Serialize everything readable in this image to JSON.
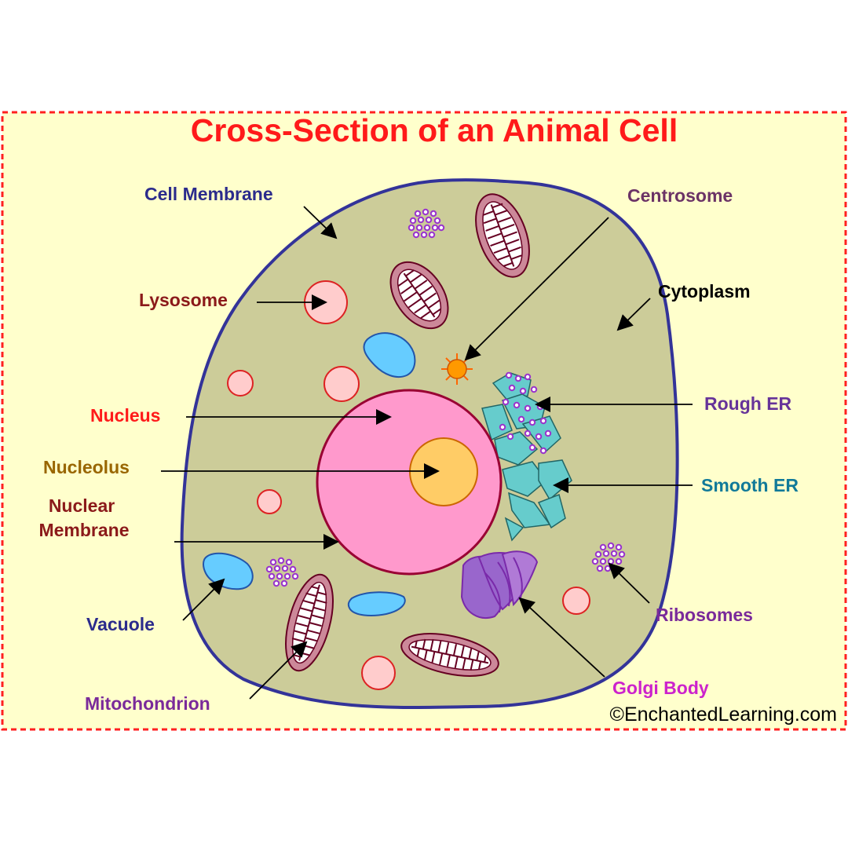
{
  "title": "Cross-Section of an Animal Cell",
  "credit": "©EnchantedLearning.com",
  "labels": {
    "cell_membrane": "Cell Membrane",
    "centrosome": "Centrosome",
    "lysosome": "Lysosome",
    "cytoplasm": "Cytoplasm",
    "nucleus": "Nucleus",
    "rough_er": "Rough ER",
    "nucleolus": "Nucleolus",
    "smooth_er": "Smooth ER",
    "nuclear_membrane_line1": "Nuclear",
    "nuclear_membrane_line2": "Membrane",
    "vacuole": "Vacuole",
    "ribosomes": "Ribosomes",
    "golgi_body": "Golgi Body",
    "mitochondrion": "Mitochondrion"
  },
  "colors": {
    "panel_background": "#ffffcc",
    "panel_border": "#ff2020",
    "title": "#ff1a1a",
    "cytoplasm": "#cccc99",
    "cell_membrane": "#333399",
    "nucleus": "#ff99cc",
    "nuclear_membrane": "#990033",
    "nucleolus": "#ffcc66",
    "lysosome": "#ffcccc",
    "vacuole": "#66ccff",
    "mitochondrion": "#cc8899",
    "rough_er": "#66cccc",
    "golgi": "#9966cc",
    "ribosome": "#9933cc",
    "centrosome": "#ff9900",
    "label_navy": "#2b2b8c",
    "label_maroon": "#8b1a1a",
    "label_red": "#ff1a1a",
    "label_brown": "#996600",
    "label_plum": "#6b3366",
    "label_purple": "#663399",
    "label_teal": "#117a99",
    "label_magenta": "#cc22cc",
    "label_violet": "#7a2a9a"
  }
}
